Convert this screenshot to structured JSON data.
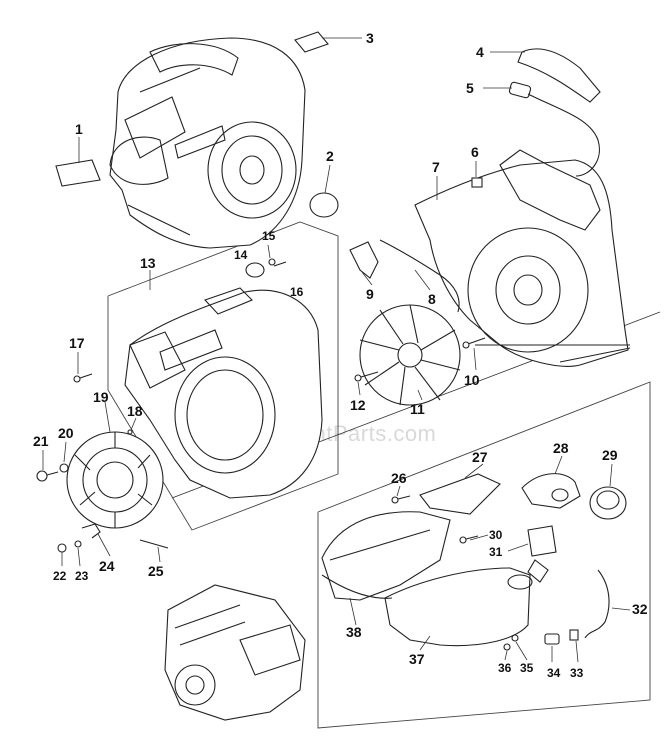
{
  "watermark": "eReplacementParts.com",
  "parts": [
    {
      "id": "1",
      "label": "1"
    },
    {
      "id": "2",
      "label": "2"
    },
    {
      "id": "3",
      "label": "3"
    },
    {
      "id": "4",
      "label": "4"
    },
    {
      "id": "5",
      "label": "5"
    },
    {
      "id": "6",
      "label": "6"
    },
    {
      "id": "7",
      "label": "7"
    },
    {
      "id": "8",
      "label": "8"
    },
    {
      "id": "9",
      "label": "9"
    },
    {
      "id": "10",
      "label": "10"
    },
    {
      "id": "11",
      "label": "11"
    },
    {
      "id": "12",
      "label": "12"
    },
    {
      "id": "13",
      "label": "13"
    },
    {
      "id": "14",
      "label": "14"
    },
    {
      "id": "15",
      "label": "15"
    },
    {
      "id": "16",
      "label": "16"
    },
    {
      "id": "17",
      "label": "17"
    },
    {
      "id": "18",
      "label": "18"
    },
    {
      "id": "19",
      "label": "19"
    },
    {
      "id": "20",
      "label": "20"
    },
    {
      "id": "21",
      "label": "21"
    },
    {
      "id": "22",
      "label": "22"
    },
    {
      "id": "23",
      "label": "23"
    },
    {
      "id": "24",
      "label": "24"
    },
    {
      "id": "25",
      "label": "25"
    },
    {
      "id": "26",
      "label": "26"
    },
    {
      "id": "27",
      "label": "27"
    },
    {
      "id": "28",
      "label": "28"
    },
    {
      "id": "29",
      "label": "29"
    },
    {
      "id": "30",
      "label": "30"
    },
    {
      "id": "31",
      "label": "31"
    },
    {
      "id": "32",
      "label": "32"
    },
    {
      "id": "33",
      "label": "33"
    },
    {
      "id": "34",
      "label": "34"
    },
    {
      "id": "35",
      "label": "35"
    },
    {
      "id": "36",
      "label": "36"
    },
    {
      "id": "37",
      "label": "37"
    },
    {
      "id": "38",
      "label": "38"
    }
  ]
}
